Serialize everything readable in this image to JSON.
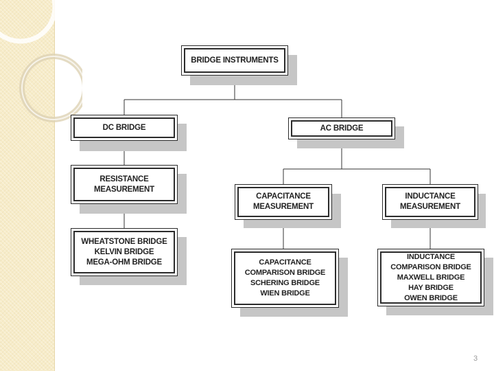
{
  "diagram": {
    "nodes": [
      {
        "id": "root",
        "label": "BRIDGE INSTRUMENTS"
      },
      {
        "id": "dc",
        "label": "DC BRIDGE"
      },
      {
        "id": "ac",
        "label": "AC BRIDGE"
      },
      {
        "id": "res",
        "label": "RESISTANCE\nMEASUREMENT"
      },
      {
        "id": "cap",
        "label": "CAPACITANCE\nMEASUREMENT"
      },
      {
        "id": "ind",
        "label": "INDUCTANCE\nMEASUREMENT"
      },
      {
        "id": "dcl",
        "label": "WHEATSTONE BRIDGE\nKELVIN BRIDGE\nMEGA-OHM BRIDGE"
      },
      {
        "id": "capl",
        "label": "CAPACITANCE\nCOMPARISON BRIDGE\nSCHERING BRIDGE\nWIEN BRIDGE"
      },
      {
        "id": "indl",
        "label": "INDUCTANCE\nCOMPARISON BRIDGE\nMAXWELL BRIDGE\nHAY BRIDGE\nOWEN BRIDGE"
      }
    ],
    "edges": [
      [
        "root",
        "dc"
      ],
      [
        "root",
        "ac"
      ],
      [
        "dc",
        "res"
      ],
      [
        "res",
        "dcl"
      ],
      [
        "ac",
        "cap"
      ],
      [
        "ac",
        "ind"
      ],
      [
        "cap",
        "capl"
      ],
      [
        "ind",
        "indl"
      ]
    ]
  },
  "page_number": "3"
}
